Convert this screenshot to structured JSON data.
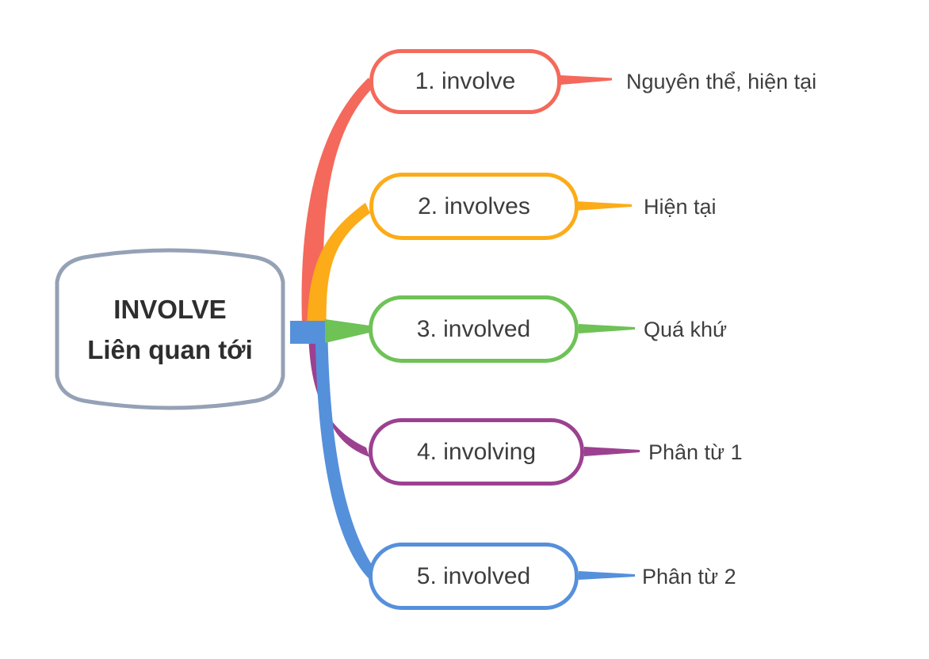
{
  "diagram": {
    "type": "mindmap",
    "central": {
      "title": "INVOLVE",
      "subtitle": "Liên quan tới"
    },
    "branches": [
      {
        "label": "1. involve",
        "note": "Nguyên thể, hiện tại",
        "color": "#F4695B"
      },
      {
        "label": "2. involves",
        "note": "Hiện tại",
        "color": "#FBAC18"
      },
      {
        "label": "3. involved",
        "note": "Quá khứ",
        "color": "#6EC256"
      },
      {
        "label": "4. involving",
        "note": "Phân từ 1",
        "color": "#9C4190"
      },
      {
        "label": "5. involved",
        "note": "Phân từ 2",
        "color": "#5590DB"
      }
    ],
    "colors": {
      "central_border": "#95A1B5",
      "node_text": "#3D3D3D",
      "note_text": "#3F3F3F",
      "background": "#FFFFFF"
    }
  }
}
